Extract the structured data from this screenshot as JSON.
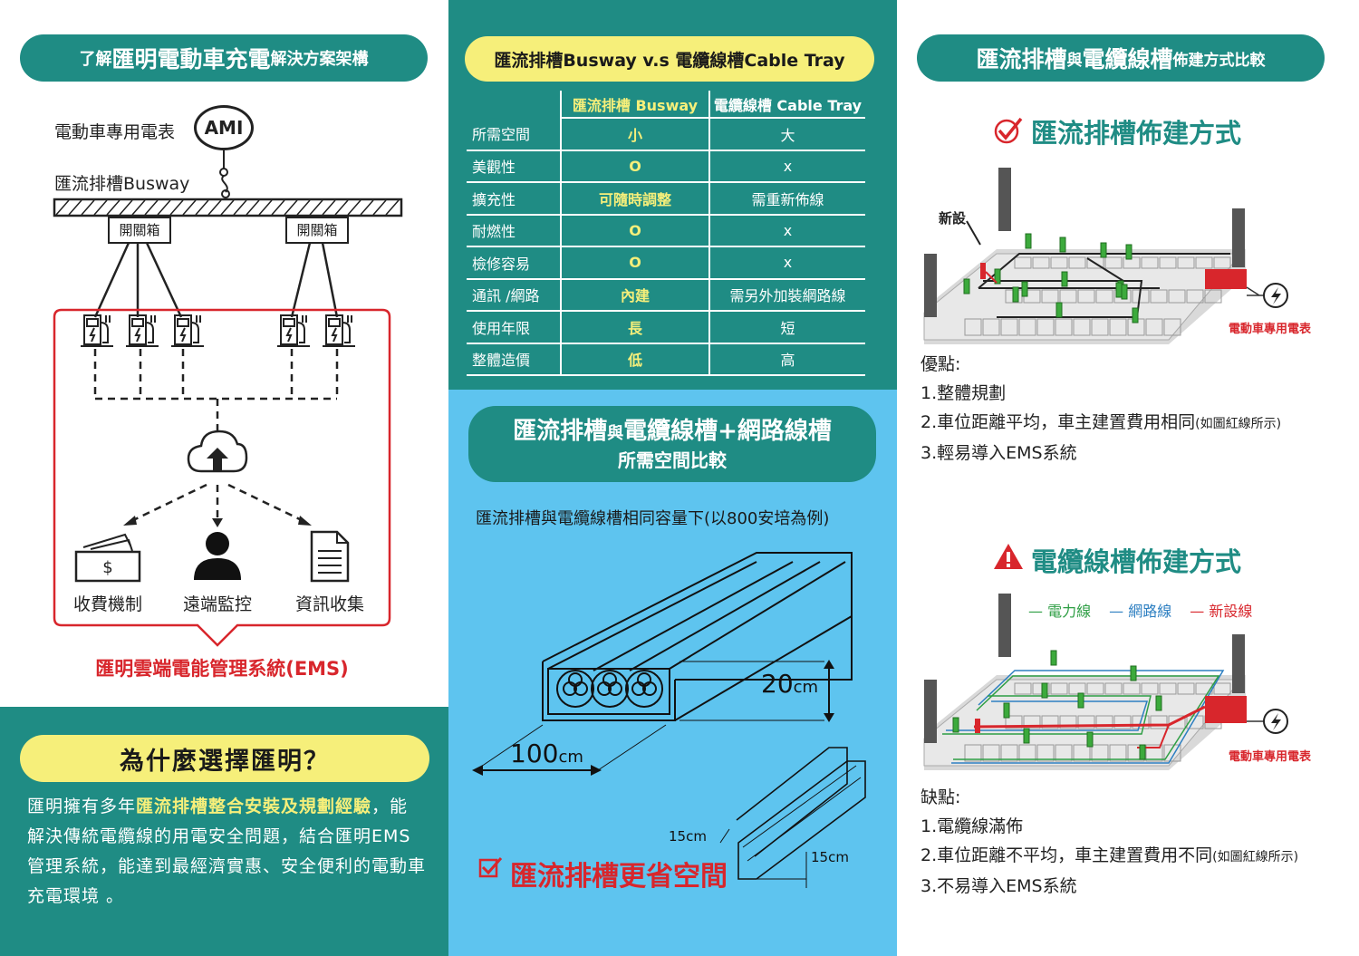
{
  "left": {
    "title_prefix": "了解",
    "title_main": "匯明電動車充電",
    "title_suffix": "解決方案架構",
    "meter_label": "電動車專用電表",
    "meter_badge": "AMI",
    "busway_label": "匯流排槽Busway",
    "switchbox_label": "開關箱",
    "items": [
      {
        "label": "收費機制",
        "icon": "money-icon"
      },
      {
        "label": "遠端監控",
        "icon": "user-icon"
      },
      {
        "label": "資訊收集",
        "icon": "document-icon"
      }
    ],
    "ems_label": "匯明雲端電能管理系統(EMS)",
    "why_title": "為什麼選擇匯明？",
    "why_text_pre": "匯明擁有多年",
    "why_text_highlight": "匯流排槽整合安裝及規劃經驗",
    "why_text_post": "，能解決傳統電纜線的用電安全問題，結合匯明EMS管理系統，能達到最經濟實惠、安全便利的電動車充電環境 。"
  },
  "middle": {
    "title": "匯流排槽Busway  v.s 電纜線槽Cable Tray",
    "table": {
      "headers": [
        "",
        "匯流排槽 Busway",
        "電纜線槽 Cable Tray"
      ],
      "rows": [
        [
          "所需空間",
          "小",
          "大"
        ],
        [
          "美觀性",
          "O",
          "x"
        ],
        [
          "擴充性",
          "可隨時調整",
          "需重新佈線"
        ],
        [
          "耐燃性",
          "O",
          "x"
        ],
        [
          "檢修容易",
          "O",
          "x"
        ],
        [
          "通訊 /網路",
          "內建",
          "需另外加裝網路線"
        ],
        [
          "使用年限",
          "長",
          "短"
        ],
        [
          "整體造價",
          "低",
          "高"
        ]
      ]
    },
    "space_title_a": "匯流排槽",
    "space_title_b": "與",
    "space_title_c": "電纜線槽+網路線槽",
    "space_title_line2": "所需空間比較",
    "space_desc": "匯流排槽與電纜線槽相同容量下(以800安培為例)",
    "dim_20_value": "20",
    "dim_100_value": "100",
    "dim_unit": "cm",
    "dim_15a": "15cm",
    "dim_15b": "15cm",
    "conclusion": "匯流排槽更省空間"
  },
  "right": {
    "title_a": "匯流排槽",
    "title_b": "與",
    "title_c": "電纜線槽",
    "title_d": "佈建方式比較",
    "busway_heading": "匯流排槽佈建方式",
    "new_label": "新設",
    "meter_label": "電動車專用電表",
    "pros_title": "優點:",
    "pros": [
      "1.整體規劃",
      "2.車位距離平均，車主建置費用相同",
      "3.輕易導入EMS系統"
    ],
    "pros_note": "(如圖紅線所示)",
    "cable_heading": "電纜線槽佈建方式",
    "legend": [
      {
        "label": "電力線",
        "color": "#2e9e44"
      },
      {
        "label": "網路線",
        "color": "#2d7fc1"
      },
      {
        "label": "新設線",
        "color": "#d8262c"
      }
    ],
    "cons_title": "缺點:",
    "cons": [
      "1.電纜線滿佈",
      "2.車位距離不平均，車主建置費用不同",
      "3.不易導入EMS系統"
    ],
    "cons_note": "(如圖紅線所示)"
  },
  "colors": {
    "teal": "#1f8c84",
    "yellow": "#f6ef7a",
    "red": "#d8262c",
    "lightblue": "#5ec4ef"
  }
}
